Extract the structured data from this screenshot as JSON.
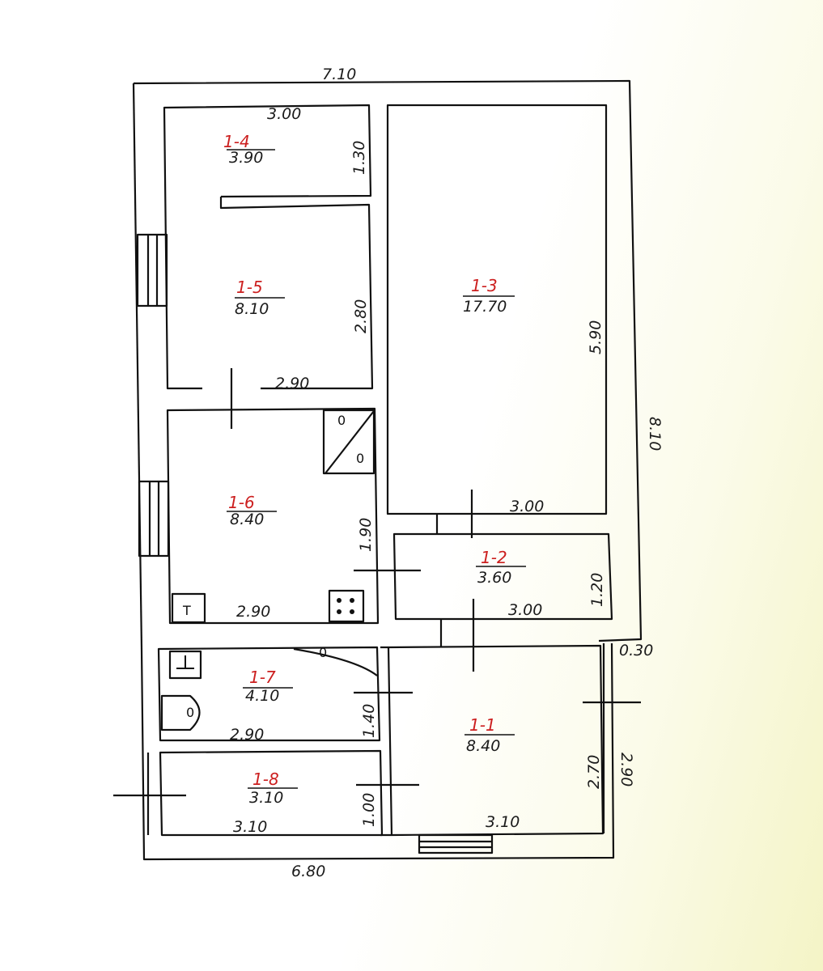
{
  "dimensions": {
    "top_total": "7.10",
    "right_total": "8.10",
    "bottom_total": "6.80",
    "right_step": "0.30",
    "right_lower": "2.90"
  },
  "rooms": [
    {
      "id": "1-4",
      "area": "3.90",
      "width": "3.00",
      "depth": "1.30"
    },
    {
      "id": "1-5",
      "area": "8.10",
      "width": "2.90",
      "depth": "2.80"
    },
    {
      "id": "1-3",
      "area": "17.70",
      "width": "3.00",
      "depth": "5.90"
    },
    {
      "id": "1-6",
      "area": "8.40",
      "width": "2.90",
      "depth": "1.90"
    },
    {
      "id": "1-2",
      "area": "3.60",
      "width": "3.00",
      "depth": "1.20"
    },
    {
      "id": "1-7",
      "area": "4.10",
      "width": "2.90",
      "depth": "1.40"
    },
    {
      "id": "1-1",
      "area": "8.40",
      "width": "3.10",
      "depth": "2.70"
    },
    {
      "id": "1-8",
      "area": "3.10",
      "width": "3.10",
      "depth": "1.00"
    }
  ],
  "fixtures": {
    "stove_symbol": "T",
    "sink_symbol": "0",
    "door_symbol": "0"
  }
}
